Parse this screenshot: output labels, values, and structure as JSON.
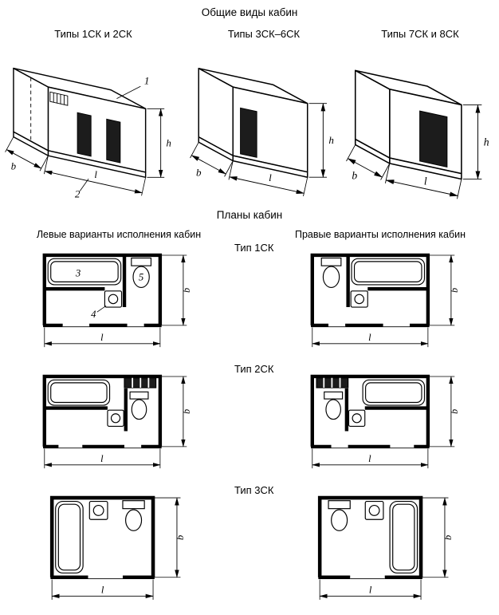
{
  "page": {
    "title": "Общие виды кабин",
    "plans_title": "Планы кабин",
    "left_variants_label": "Левые варианты исполнения кабин",
    "right_variants_label": "Правые варианты исполнения кабин"
  },
  "dims": {
    "h": "h",
    "b": "b",
    "l": "l"
  },
  "callouts": {
    "c1": "1",
    "c2": "2",
    "c3": "3",
    "c4": "4",
    "c5": "5"
  },
  "iso_views": [
    {
      "label": "Типы 1СК и 2СК"
    },
    {
      "label": "Типы 3СК–6СК"
    },
    {
      "label": "Типы 7СК и 8СК"
    }
  ],
  "plan_rows": [
    {
      "type_label": "Тип 1СК"
    },
    {
      "type_label": "Тип 2СК"
    },
    {
      "type_label": "Тип 3СК"
    }
  ]
}
